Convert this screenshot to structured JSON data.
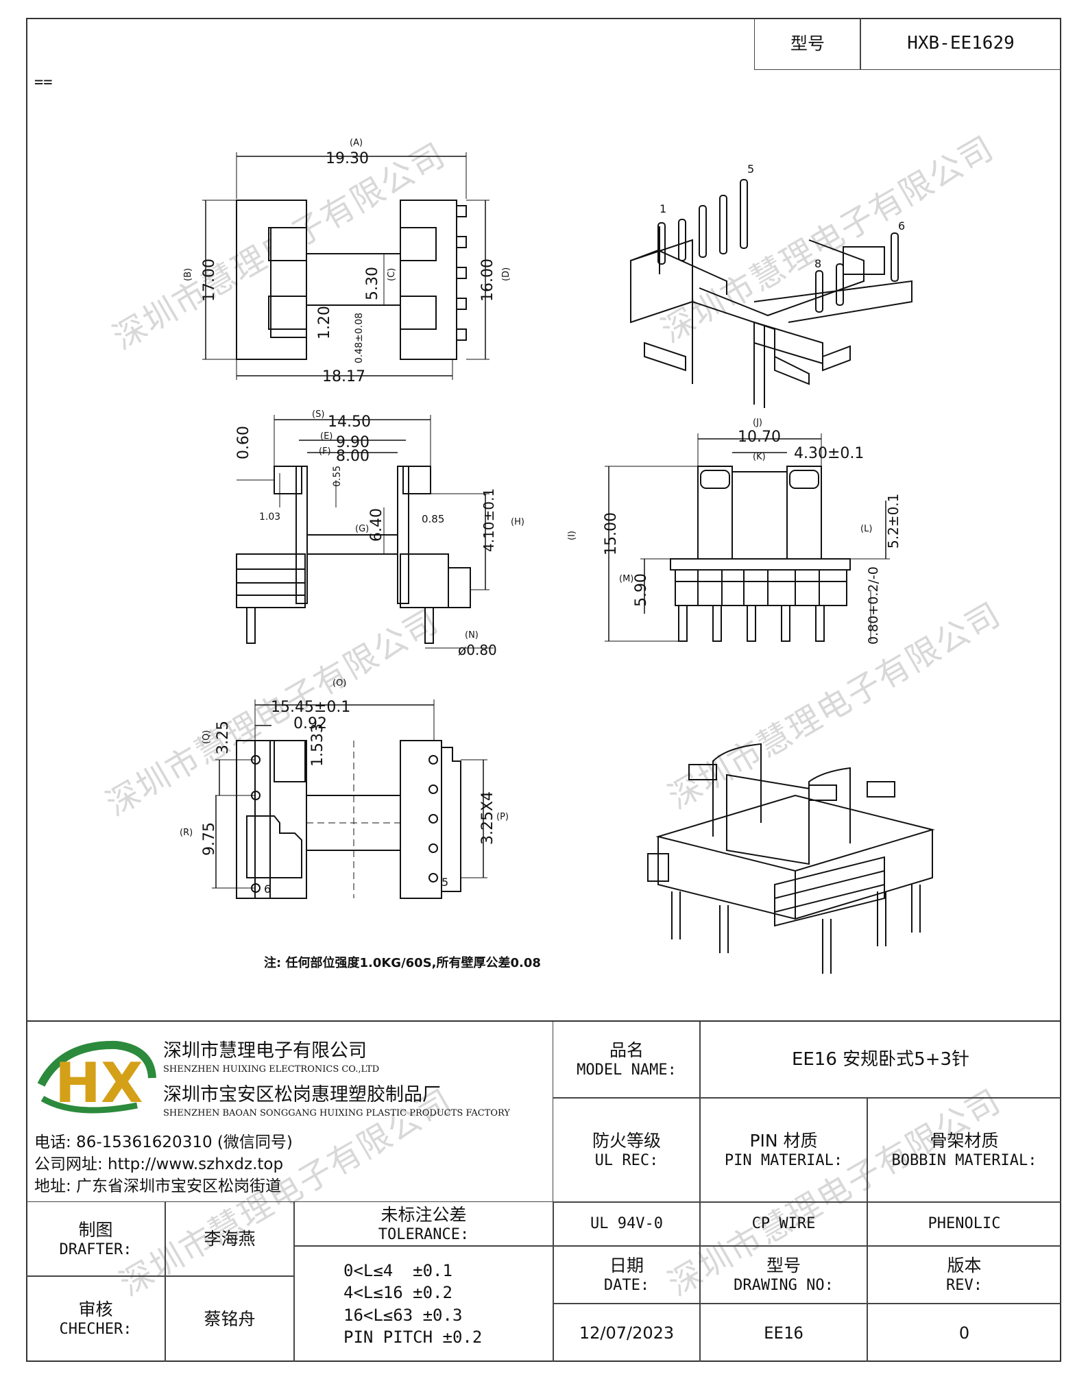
{
  "header": {
    "model_label": "型号",
    "model_value": "HXB-EE1629",
    "corner_mark": "=="
  },
  "watermark": "深圳市慧理电子有限公司",
  "drawing": {
    "top_view": {
      "dim_A": "19.30",
      "tag_A": "(A)",
      "dim_B": "17.00",
      "tag_B": "(B)",
      "dim_C": "5.30",
      "tag_C": "(C)",
      "dim_D": "16.00",
      "tag_D": "(D)",
      "dim_120": "1.20",
      "dim_048": "0.48±0.08",
      "dim_1817": "18.17"
    },
    "side_view": {
      "dim_S": "14.50",
      "tag_S": "(S)",
      "dim_E": "9.90",
      "tag_E": "(E)",
      "dim_F": "8.00",
      "tag_F": "(F)",
      "dim_060": "0.60",
      "dim_055": "0.55",
      "dim_103": "1.03",
      "dim_G": "6.40",
      "tag_G": "(G)",
      "dim_085": "0.85",
      "dim_H": "4.10±0.1",
      "tag_H": "(H)",
      "dim_N": "ø0.80",
      "tag_N": "(N)"
    },
    "front_view": {
      "dim_J": "10.70",
      "tag_J": "(J)",
      "dim_K": "4.30±0.1",
      "tag_K": "(K)",
      "dim_I": "15.00",
      "tag_I": "(I)",
      "dim_L": "5.2±0.1",
      "tag_L": "(L)",
      "dim_M": "5.90",
      "tag_M": "(M)",
      "dim_080": "0.80+0.2/-0"
    },
    "bottom_view": {
      "dim_O": "15.45±0.1",
      "tag_O": "(O)",
      "dim_092": "0.92",
      "dim_1533": "1.533",
      "dim_Q": "3.25",
      "tag_Q": "(Q)",
      "dim_R": "9.75",
      "tag_R": "(R)",
      "dim_P": "3.25X4",
      "tag_P": "(P)",
      "pin_6": "6",
      "pin_5": "5"
    },
    "iso_pins": {
      "p1": "1",
      "p5": "5",
      "p6": "6",
      "p8": "8"
    },
    "note": "注: 任何部位强度1.0KG/60S,所有壁厚公差0.08"
  },
  "company": {
    "logo_text": "HX",
    "name_cn": "深圳市慧理电子有限公司",
    "name_en": "SHENZHEN HUIXING ELECTRONICS CO.,LTD",
    "factory_cn": "深圳市宝安区松岗惠理塑胶制品厂",
    "factory_en": "SHENZHEN BAOAN SONGGANG HUIXING PLASTIC PRODUCTS FACTORY",
    "phone": "电话: 86-15361620310 (微信同号)",
    "website": "公司网址: http://www.szhxdz.top",
    "address": "地址: 广东省深圳市宝安区松岗街道"
  },
  "titleblock": {
    "model_name_cn": "品名",
    "model_name_en": "MODEL NAME:",
    "model_name_value": "EE16 安规卧式5+3针",
    "fire_cn": "防火等级",
    "fire_en": "UL REC:",
    "pin_mat_cn": "PIN 材质",
    "pin_mat_en": "PIN MATERIAL:",
    "bobbin_cn": "骨架材质",
    "bobbin_en": "BOBBIN MATERIAL:",
    "fire_value": "UL 94V-0",
    "pin_value": "CP WIRE",
    "bobbin_value": "PHENOLIC",
    "drafter_cn": "制图",
    "drafter_en": "DRAFTER:",
    "drafter_name": "李海燕",
    "checker_cn": "审核",
    "checker_en": "CHECHER:",
    "checker_name": "蔡铭舟",
    "tol_cn": "未标注公差",
    "tol_en": "TOLERANCE:",
    "tol_1": "0<L≤4  ±0.1",
    "tol_2": "4<L≤16 ±0.2",
    "tol_3": "16<L≤63 ±0.3",
    "tol_4": "PIN PITCH ±0.2",
    "date_cn": "日期",
    "date_en": "DATE:",
    "drawing_cn": "型号",
    "drawing_en": "DRAWING NO:",
    "rev_cn": "版本",
    "rev_en": "REV:",
    "date_value": "12/07/2023",
    "drawing_value": "EE16",
    "rev_value": "0"
  }
}
